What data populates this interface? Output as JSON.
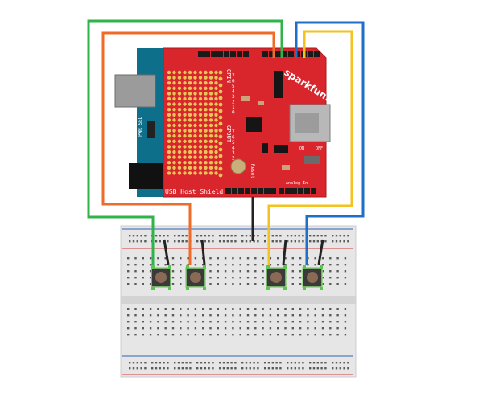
{
  "shield": {
    "name": "USB Host Shield",
    "brand": "sparkfun.com",
    "gpin_label": "GPIN",
    "gpout_label": "GPOUT",
    "reset_label": "Reset",
    "analog_label": "Analog In",
    "pwr_sel_label": "PWR SEL",
    "on_label": "ON",
    "off_label": "OFF",
    "gpin_numbers": [
      "7",
      "6",
      "5",
      "4",
      "3",
      "2",
      "1",
      "0"
    ],
    "gpout_numbers": [
      "7",
      "6",
      "5",
      "4",
      "3",
      "2",
      "1",
      "0"
    ]
  },
  "colors": {
    "shield_red": "#d8262c",
    "arduino_teal": "#0e6f8b",
    "breadboard": "#e6e6e6",
    "wire_green": "#2fb34a",
    "wire_orange": "#ef6b2a",
    "wire_yellow": "#f3c21c",
    "wire_blue": "#1f6fc9",
    "wire_black": "#222222"
  },
  "wires": [
    {
      "name": "green",
      "color_key": "wire_green"
    },
    {
      "name": "orange",
      "color_key": "wire_orange"
    },
    {
      "name": "black-ground",
      "color_key": "wire_black"
    },
    {
      "name": "yellow",
      "color_key": "wire_yellow"
    },
    {
      "name": "blue",
      "color_key": "wire_blue"
    }
  ],
  "buttons": [
    {
      "name": "pushbutton-1"
    },
    {
      "name": "pushbutton-2"
    },
    {
      "name": "pushbutton-3"
    },
    {
      "name": "pushbutton-4"
    }
  ]
}
